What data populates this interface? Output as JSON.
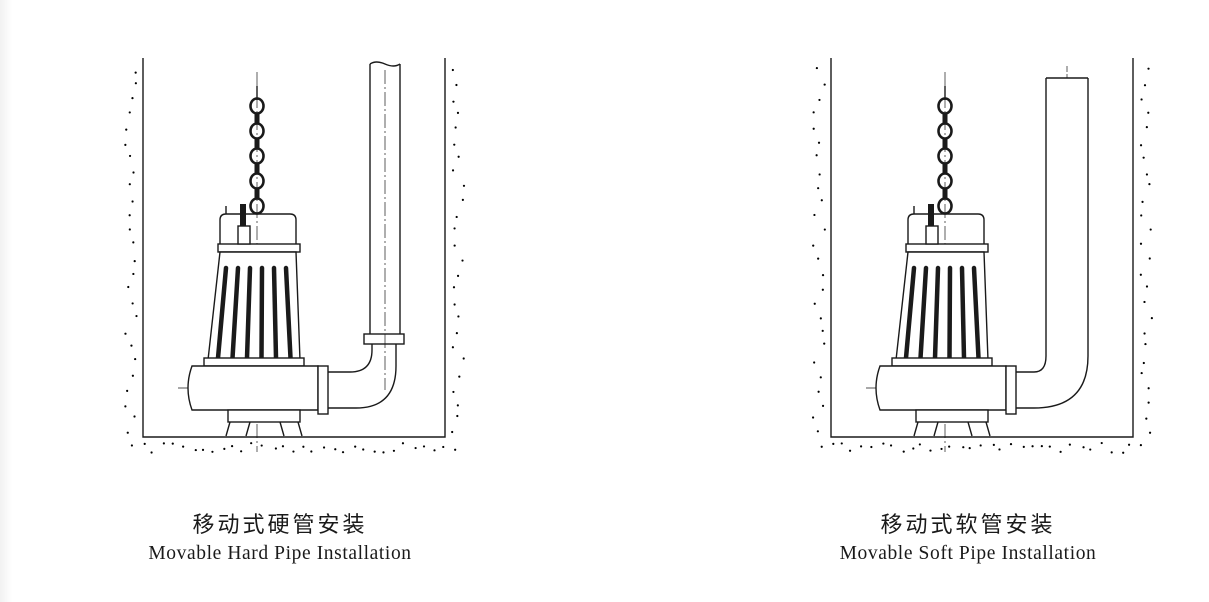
{
  "diagrams": [
    {
      "type": "hard",
      "caption_cn": "移动式硬管安装",
      "caption_en": "Movable Hard Pipe Installation"
    },
    {
      "type": "soft",
      "caption_cn": "移动式软管安装",
      "caption_en": "Movable Soft Pipe Installation"
    }
  ]
}
